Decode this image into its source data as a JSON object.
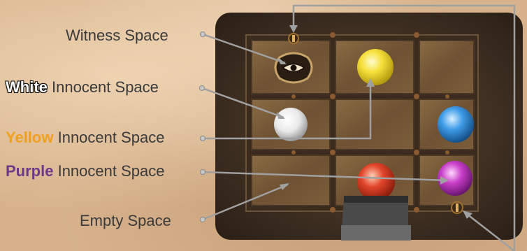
{
  "labels": {
    "witness": {
      "text": "Witness Space"
    },
    "white": {
      "highlight": "White",
      "text": " Innocent Space"
    },
    "yellow": {
      "highlight": "Yellow",
      "text": " Innocent Space"
    },
    "purple": {
      "highlight": "Purple",
      "text": " Innocent Space"
    },
    "empty": {
      "text": "Empty Space"
    }
  },
  "colors": {
    "yellow_highlight": "#f0a020",
    "purple_highlight": "#6b3a86",
    "leader_line": "#a0a0a0"
  },
  "board": {
    "rows": 3,
    "cols": 3,
    "pieces": [
      {
        "name": "witness-token",
        "row": 0,
        "col": 0,
        "kind": "eye-icon"
      },
      {
        "name": "yellow-orb",
        "row": 0,
        "col": 1,
        "kind": "orb",
        "color": "#f6e03a"
      },
      {
        "name": "white-orb",
        "row": 1,
        "col": 0,
        "kind": "orb",
        "color": "#f2f2f2"
      },
      {
        "name": "blue-orb",
        "row": 1,
        "col": 2,
        "kind": "orb",
        "color": "#3f9ce8"
      },
      {
        "name": "red-orb",
        "row": 2,
        "col": 1,
        "kind": "orb",
        "color": "#e2452a"
      },
      {
        "name": "purple-orb",
        "row": 2,
        "col": 2,
        "kind": "orb",
        "color": "#c93fc9"
      }
    ]
  }
}
